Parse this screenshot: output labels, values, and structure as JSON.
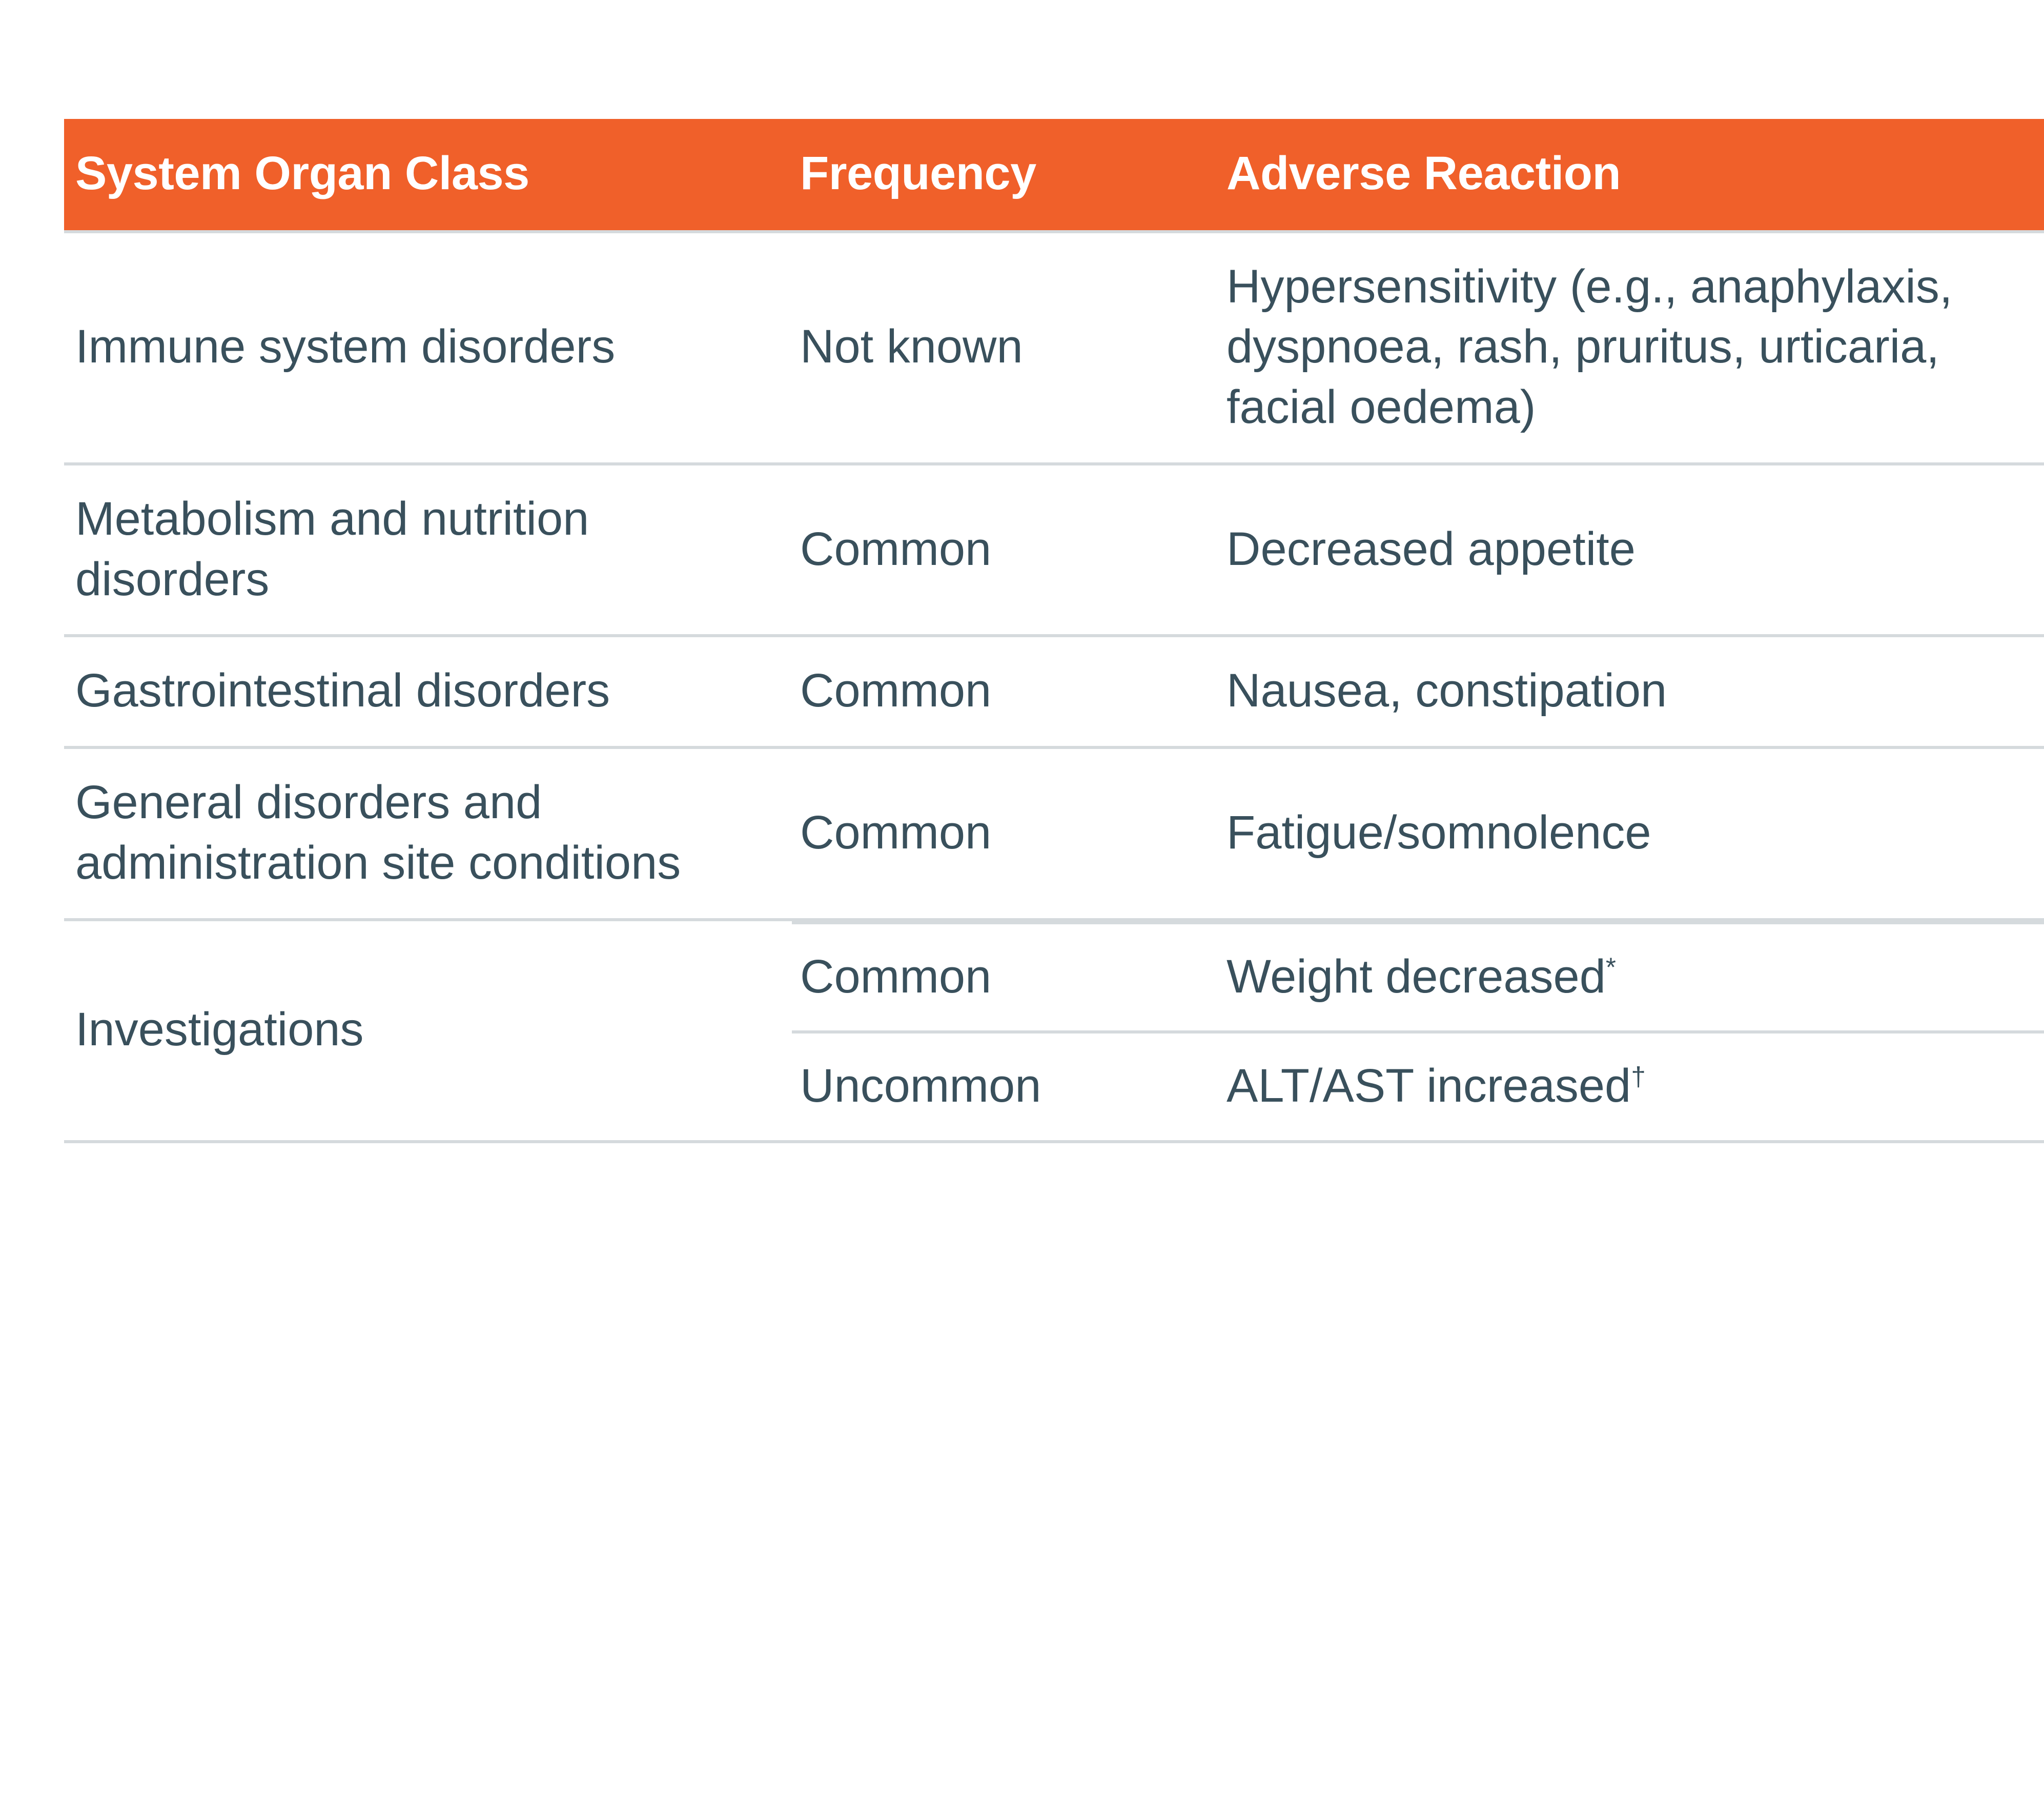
{
  "table": {
    "accent_color": "#F0602A",
    "header_text_color": "#FFFFFF",
    "body_text_color": "#39505C",
    "rule_color": "#D5DADD",
    "background_color": "#FFFFFF",
    "columns": [
      "System Organ Class",
      "Frequency",
      "Adverse Reaction"
    ],
    "rows": [
      {
        "system_organ_class": "Immune system disorders",
        "frequency": "Not known",
        "adverse_reaction": "Hypersensitivity (e.g., anaphylaxis, dyspnoea, rash, pruritus, urticaria, facial oedema)"
      },
      {
        "system_organ_class": "Metabolism and nutrition disorders",
        "frequency": "Common",
        "adverse_reaction": "Decreased appetite"
      },
      {
        "system_organ_class": "Gastrointestinal disorders",
        "frequency": "Common",
        "adverse_reaction": "Nausea, constipation"
      },
      {
        "system_organ_class": "General disorders and administration site conditions",
        "frequency": "Common",
        "adverse_reaction": "Fatigue/somnolence"
      }
    ],
    "grouped_row": {
      "system_organ_class": "Investigations",
      "entries": [
        {
          "frequency": "Common",
          "adverse_reaction": "Weight decreased",
          "marker": "*"
        },
        {
          "frequency": "Uncommon",
          "adverse_reaction": "ALT/AST increased",
          "marker": "†"
        }
      ]
    }
  }
}
